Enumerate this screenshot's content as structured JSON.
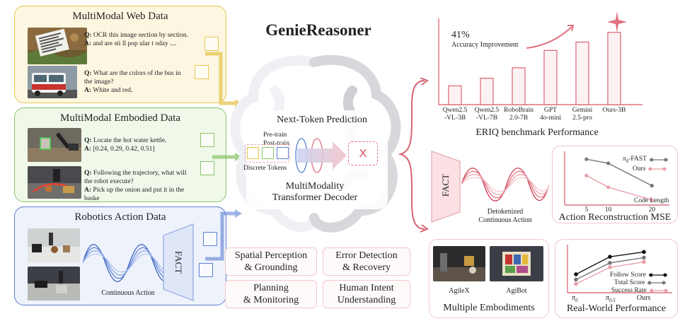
{
  "title": "GenieReasoner",
  "web_panel": {
    "title": "MultiModal Web Data",
    "qa1": {
      "q_label": "Q:",
      "q": "OCR this image section by section.",
      "a_label": "A:",
      "a": "and are sti ll pop ular t oday ...."
    },
    "qa2": {
      "q_label": "Q:",
      "q": "What are the colors of the bus in the image?",
      "a_label": "A:",
      "a": "White and red."
    }
  },
  "embodied_panel": {
    "title": "MultiModal Embodied Data",
    "qa1": {
      "q_label": "Q:",
      "q": "Locate the hot water kettle.",
      "a_label": "A:",
      "a": "[0.24, 0.29, 0.42, 0.51]"
    },
    "qa2": {
      "q_label": "Q:",
      "q": "Following the trajectory, what will the robot execute?",
      "a_label": "A:",
      "a": "Pick up the onion and put it in the baske"
    }
  },
  "robotics_panel": {
    "title": "Robotics Action Data",
    "fact": "FACT",
    "continuous_action": "Continuous Action"
  },
  "center": {
    "next_token": "Next-Token Prediction",
    "pretrain": "Pre-train",
    "posttrain": "Post-train",
    "discrete_tokens": "Discrete Tokens",
    "decoder_line1": "MultiModality",
    "decoder_line2": "Transformer Decoder",
    "x_glyph": "x"
  },
  "capabilities": [
    {
      "line1": "Spatial Perception",
      "line2": "& Grounding"
    },
    {
      "line1": "Error Detection",
      "line2": "& Recovery"
    },
    {
      "line1": "Planning",
      "line2": "& Monitoring"
    },
    {
      "line1": "Human Intent",
      "line2": "Understanding"
    }
  ],
  "eriq": {
    "caption": "ERIQ benchmark Performance",
    "improvement_value": "41%",
    "improvement_label": "Accuracy Improvement",
    "categories": [
      [
        "Qwen2.5",
        "-VL-3B"
      ],
      [
        "Qwen2.5",
        "-VL-7B"
      ],
      [
        "RoboBrain",
        "2.0-7B"
      ],
      [
        "GPT",
        "4o-mini"
      ],
      [
        "Gemini",
        "2.5-pro"
      ],
      [
        "Ours-3B"
      ]
    ]
  },
  "chart_data": [
    {
      "type": "bar",
      "title": "ERIQ benchmark Performance",
      "categories": [
        "Qwen2.5 -VL-3B",
        "Qwen2.5 -VL-7B",
        "RoboBrain 2.0-7B",
        "GPT 4o-mini",
        "Gemini 2.5-pro",
        "Ours-3B"
      ],
      "values": [
        27,
        38,
        53,
        78,
        90,
        104
      ],
      "ylim": [
        0,
        120
      ],
      "annotation": "41% Accuracy Improvement"
    },
    {
      "type": "line",
      "title": "Action Reconstruction MSE",
      "xlabel": "Code Length",
      "x": [
        5,
        10,
        20
      ],
      "series": [
        {
          "name": "π0-FAST",
          "values": [
            0.9,
            0.82,
            0.38
          ]
        },
        {
          "name": "Ours",
          "values": [
            0.58,
            0.35,
            0.1
          ]
        }
      ],
      "ylim": [
        0,
        1
      ]
    },
    {
      "type": "line",
      "title": "Real-World Performance",
      "x": [
        "π0",
        "π0.5",
        "Ours"
      ],
      "series": [
        {
          "name": "Follow Score",
          "values": [
            0.42,
            0.82,
            0.93
          ]
        },
        {
          "name": "Total Score",
          "values": [
            0.3,
            0.68,
            0.8
          ]
        },
        {
          "name": "Success Rate",
          "values": [
            0.2,
            0.58,
            0.7
          ]
        }
      ],
      "ylim": [
        0,
        1
      ]
    }
  ],
  "fact_decode": {
    "fact": "FACT",
    "detok1": "Detokenized",
    "detok2": "Continuous Action"
  },
  "mse": {
    "caption": "Action Reconstruction MSE",
    "legend1_pre": "π",
    "legend1_sub": "0",
    "legend1_post": "-FAST",
    "legend2": "Ours",
    "xlabel": "Code Length",
    "ticks": [
      "5",
      "10",
      "20"
    ]
  },
  "embodiments": {
    "caption": "Multiple Embodiments",
    "label1": "AgileX",
    "label2": "AgiBot"
  },
  "realworld": {
    "caption": "Real-World Performance",
    "legend": [
      "Follow Score",
      "Total Score",
      "Success Rate"
    ],
    "tick1_pre": "π",
    "tick1_sub": "0",
    "tick2_pre": "π",
    "tick2_sub": "0.5",
    "tick3": "Ours"
  },
  "colors": {
    "web": "#e6c64e",
    "web_bg": "#fdf7e1",
    "embodied": "#8cc46a",
    "embodied_bg": "#f0f8ea",
    "robotics": "#5b7fd3",
    "robotics_bg": "#eef2fb",
    "accent": "#e07080"
  }
}
